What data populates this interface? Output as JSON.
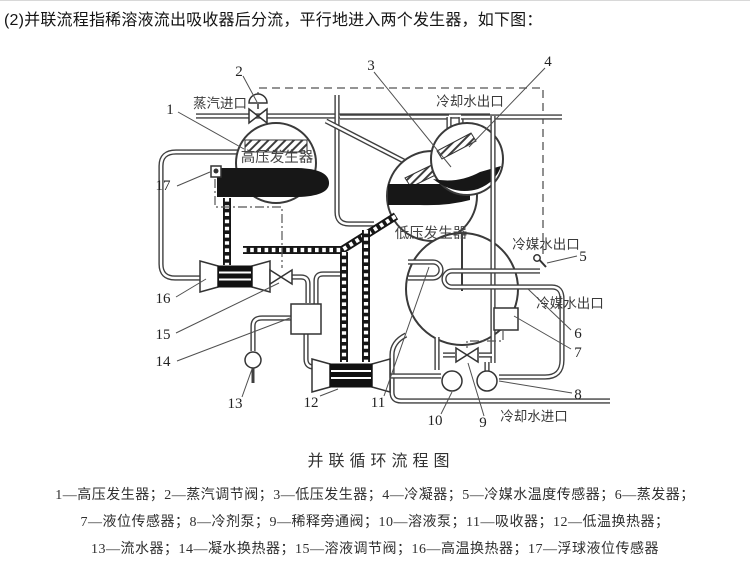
{
  "intro": {
    "text": "(2)并联流程指稀溶液流出吸收器后分流，平行地进入两个发生器，如下图："
  },
  "diagram": {
    "caption": "并联循环流程图",
    "labels": {
      "steam_inlet": "蒸汽进口",
      "cooling_water_outlet": "冷却水出口",
      "hp_generator": "高压发生器",
      "lp_generator": "低压发生器",
      "refrigerant_water_outlet_top": "冷媒水出口",
      "refrigerant_water_outlet_mid": "冷媒水出口",
      "cooling_water_inlet": "冷却水进口"
    },
    "callouts": [
      "1",
      "2",
      "3",
      "4",
      "5",
      "6",
      "7",
      "8",
      "9",
      "10",
      "11",
      "12",
      "13",
      "14",
      "15",
      "16",
      "17"
    ]
  },
  "legend": {
    "line1": "1—高压发生器；2—蒸汽调节阀；3—低压发生器；4—冷凝器；5—冷媒水温度传感器；6—蒸发器；",
    "line2": "7—液位传感器；8—冷剂泵；9—稀释旁通阀；10—溶液泵；11—吸收器；12—低温换热器；",
    "line3": "13—流水器；14—凝水换热器；15—溶液调节阀；16—高温换热器；17—浮球液位传感器"
  }
}
